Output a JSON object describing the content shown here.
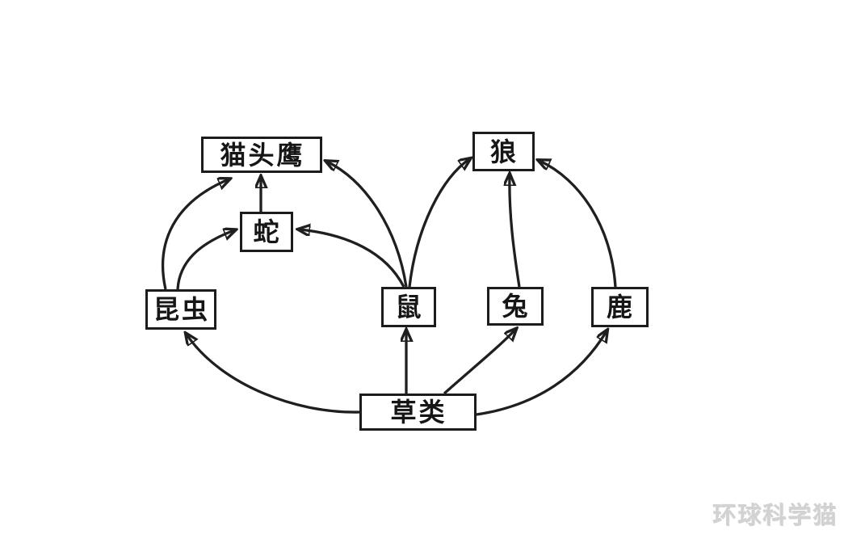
{
  "diagram": {
    "type": "food-web",
    "nodes": {
      "owl": {
        "label": "猫头鹰"
      },
      "wolf": {
        "label": "狼"
      },
      "snake": {
        "label": "蛇"
      },
      "insect": {
        "label": "昆虫"
      },
      "rat": {
        "label": "鼠"
      },
      "rabbit": {
        "label": "兔"
      },
      "deer": {
        "label": "鹿"
      },
      "grass": {
        "label": "草类"
      }
    },
    "edges": [
      {
        "from": "草类",
        "to": "昆虫"
      },
      {
        "from": "草类",
        "to": "鼠"
      },
      {
        "from": "草类",
        "to": "兔"
      },
      {
        "from": "草类",
        "to": "鹿"
      },
      {
        "from": "昆虫",
        "to": "蛇"
      },
      {
        "from": "昆虫",
        "to": "猫头鹰"
      },
      {
        "from": "蛇",
        "to": "猫头鹰"
      },
      {
        "from": "鼠",
        "to": "蛇"
      },
      {
        "from": "鼠",
        "to": "猫头鹰"
      },
      {
        "from": "鼠",
        "to": "狼"
      },
      {
        "from": "兔",
        "to": "狼"
      },
      {
        "from": "鹿",
        "to": "狼"
      }
    ],
    "colors": {
      "ink": "#1f1f1f",
      "background": "#ffffff",
      "watermark": "#d2d2d2"
    }
  },
  "watermark": {
    "text": "环球科学猫"
  }
}
